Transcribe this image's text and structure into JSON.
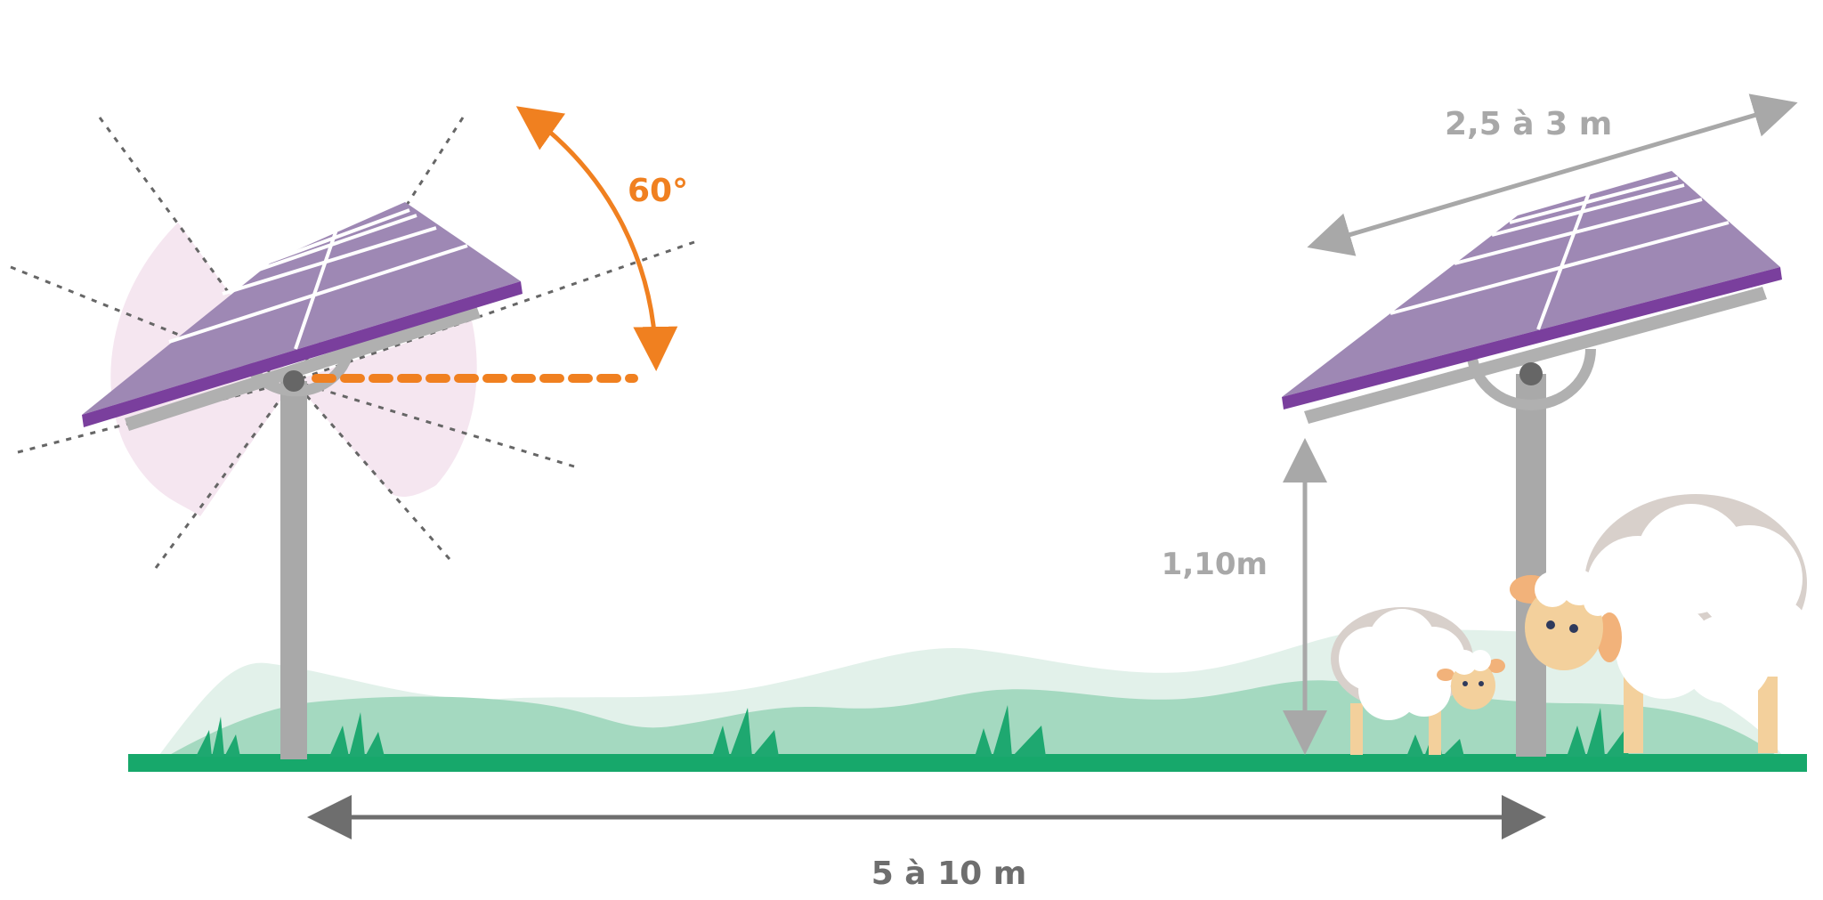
{
  "labels": {
    "angle": "60°",
    "panel_width": "2,5 à 3 m",
    "height": "1,10m",
    "spacing": "5 à 10 m"
  },
  "colors": {
    "panel_face": "#9e88b4",
    "panel_edge": "#7a3f9d",
    "panel_shadow": "#b0b0b0",
    "pole": "#a9a9a9",
    "ground": "#17a86b",
    "hill_light": "#e2f1ea",
    "hill_dark": "#a4d9c0",
    "angle_accent": "#f08020",
    "dimension_dark": "#6e6e6e",
    "dimension_light": "#a8a8a8",
    "sun_glow": "#f5e6f0",
    "grass": "#1ea870",
    "sheep_wool": "#ffffff",
    "sheep_wool_shade": "#d8d0cb",
    "sheep_face": "#f3d09c",
    "sheep_ear": "#f2b27a"
  }
}
